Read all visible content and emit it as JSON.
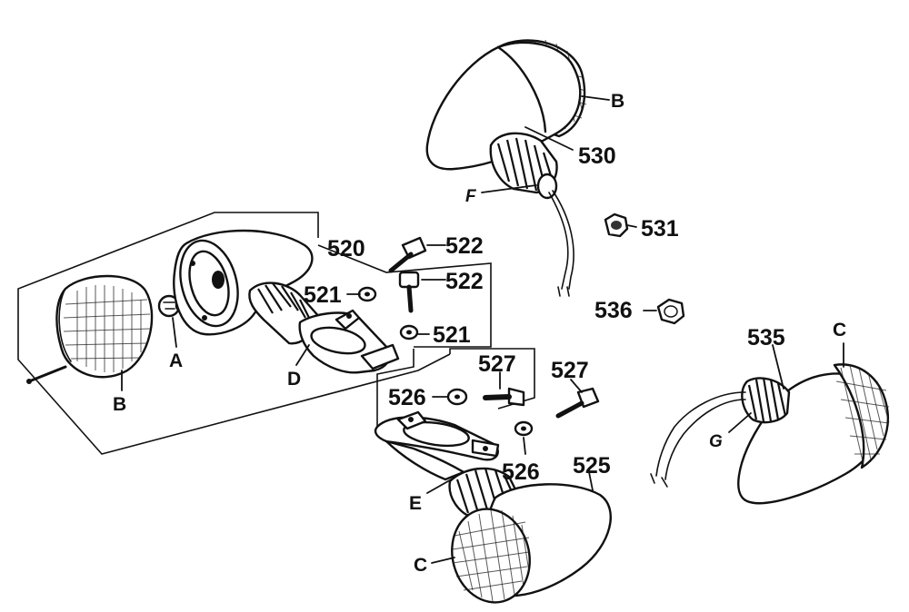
{
  "labels": {
    "p520": "520",
    "p521a": "521",
    "p521b": "521",
    "p522a": "522",
    "p522b": "522",
    "p525": "525",
    "p526a": "526",
    "p526b": "526",
    "p527a": "527",
    "p527b": "527",
    "p530": "530",
    "p531": "531",
    "p535": "535",
    "p536": "536",
    "A": "A",
    "B1": "B",
    "B2": "B",
    "C1": "C",
    "C2": "C",
    "D": "D",
    "E": "E",
    "F": "F",
    "G": "G"
  }
}
